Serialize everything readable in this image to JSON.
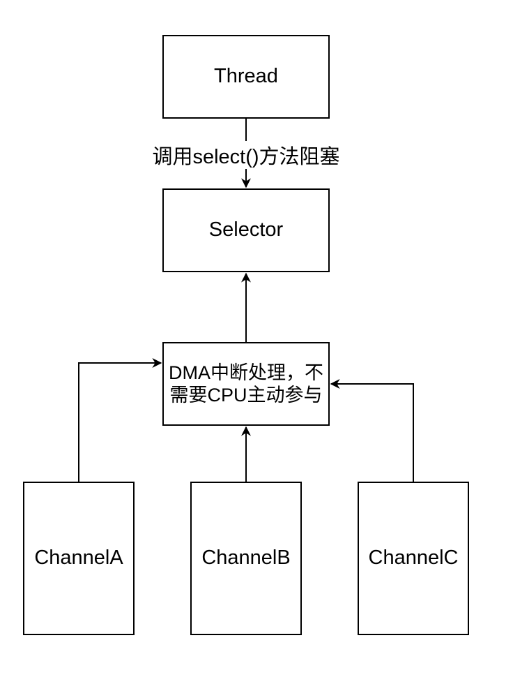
{
  "nodes": {
    "thread": "Thread",
    "selector": "Selector",
    "dma": "DMA中断处理，不需要CPU主动参与",
    "channel_a": "ChannelA",
    "channel_b": "ChannelB",
    "channel_c": "ChannelC"
  },
  "edges": {
    "thread_to_selector_label": "调用select()方法阻塞"
  },
  "colors": {
    "stroke": "#000000",
    "background": "#ffffff"
  }
}
